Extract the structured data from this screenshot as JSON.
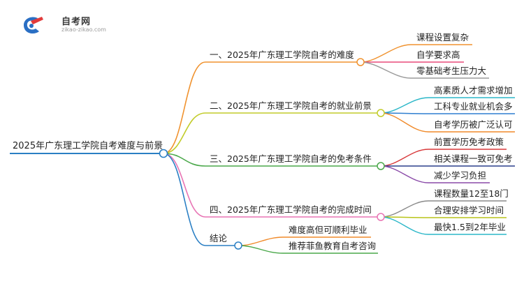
{
  "logo": {
    "title": "自考网",
    "subtitle": "zikao-zikao.com"
  },
  "root": {
    "label": "2025年广东理工学院自考难度与前景"
  },
  "branches": [
    {
      "label": "一、2025年广东理工学院自考的难度",
      "color": "#f0922e",
      "children": [
        {
          "label": "课程设置复杂",
          "color": "#f0922e"
        },
        {
          "label": "自学要求高",
          "color": "#e84a7a"
        },
        {
          "label": "零基础考生压力大",
          "color": "#9a9a9a"
        }
      ]
    },
    {
      "label": "二、2025年广东理工学院自考的就业前景",
      "color": "#c2cc2a",
      "children": [
        {
          "label": "高素质人才需求增加",
          "color": "#2bb7c8"
        },
        {
          "label": "工科专业就业机会多",
          "color": "#2f7fd0"
        },
        {
          "label": "自考学历被广泛认可",
          "color": "#f08a2a"
        }
      ]
    },
    {
      "label": "三、2025年广东理工学院自考的免考条件",
      "color": "#4aa84a",
      "children": [
        {
          "label": "前置学历免考政策",
          "color": "#d8383a"
        },
        {
          "label": "相关课程一致可免考",
          "color": "#2a3e8c"
        },
        {
          "label": "减少学习负担",
          "color": "#8a4aa8"
        }
      ]
    },
    {
      "label": "四、2025年广东理工学院自考的完成时间",
      "color": "#e874b4",
      "children": [
        {
          "label": "课程数量12至18门",
          "color": "#8a8a8a"
        },
        {
          "label": "合理安排学习时间",
          "color": "#b8c418"
        },
        {
          "label": "最快1.5到2年毕业",
          "color": "#2bb7c8"
        }
      ]
    },
    {
      "label": "结论",
      "color": "#2a7fc4",
      "children": [
        {
          "label": "难度高但可顺利毕业",
          "color": "#f08a2a"
        },
        {
          "label": "推荐菲鱼教育自考咨询",
          "color": "#4aa84a"
        }
      ]
    }
  ]
}
